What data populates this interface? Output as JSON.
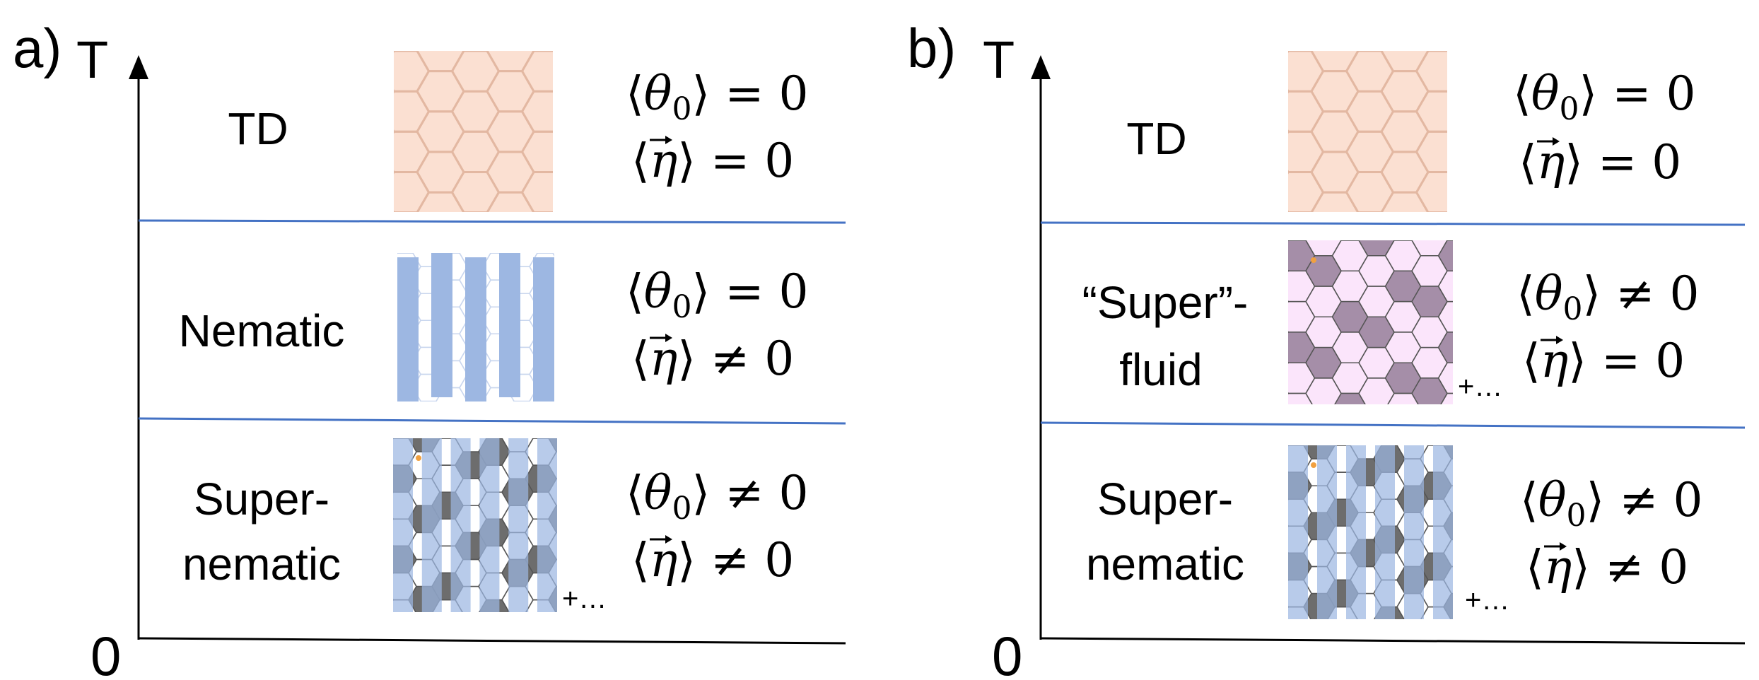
{
  "panels": [
    {
      "id": "a",
      "label": "a)",
      "axis_label": "T",
      "origin_label": "0",
      "phases": [
        {
          "name_lines": [
            "TD"
          ],
          "theta_op": "=",
          "theta_val": "0",
          "eta_op": "=",
          "eta_val": "0",
          "suffix": ""
        },
        {
          "name_lines": [
            "Nematic"
          ],
          "theta_op": "=",
          "theta_val": "0",
          "eta_op": "≠",
          "eta_val": "0",
          "suffix": ""
        },
        {
          "name_lines": [
            "Super-",
            "nematic"
          ],
          "theta_op": "≠",
          "theta_val": "0",
          "eta_op": "≠",
          "eta_val": "0",
          "suffix": "+…"
        }
      ]
    },
    {
      "id": "b",
      "label": "b)",
      "axis_label": "T",
      "origin_label": "0",
      "phases": [
        {
          "name_lines": [
            "TD"
          ],
          "theta_op": "=",
          "theta_val": "0",
          "eta_op": "=",
          "eta_val": "0",
          "suffix": ""
        },
        {
          "name_lines": [
            "“Super”-",
            "fluid"
          ],
          "theta_op": "≠",
          "theta_val": "0",
          "eta_op": "=",
          "eta_val": "0",
          "suffix": "+…"
        },
        {
          "name_lines": [
            "Super-",
            "nematic"
          ],
          "theta_op": "≠",
          "theta_val": "0",
          "eta_op": "≠",
          "eta_val": "0",
          "suffix": "+…"
        }
      ]
    }
  ],
  "symbols": {
    "theta": "θ",
    "theta_sub": "0",
    "eta": "η"
  },
  "colors": {
    "divider": "#4472c4",
    "td_fill": "#fbe0d2",
    "td_lines": "#e3b8a2",
    "stripe": "#9db7e2",
    "hex_line": "#555555",
    "dark_hex": "#6d6d6d",
    "fluid_bg": "#fbe5fb",
    "fluid_dark": "#a58ea8",
    "orange_dot": "#f0a040"
  }
}
